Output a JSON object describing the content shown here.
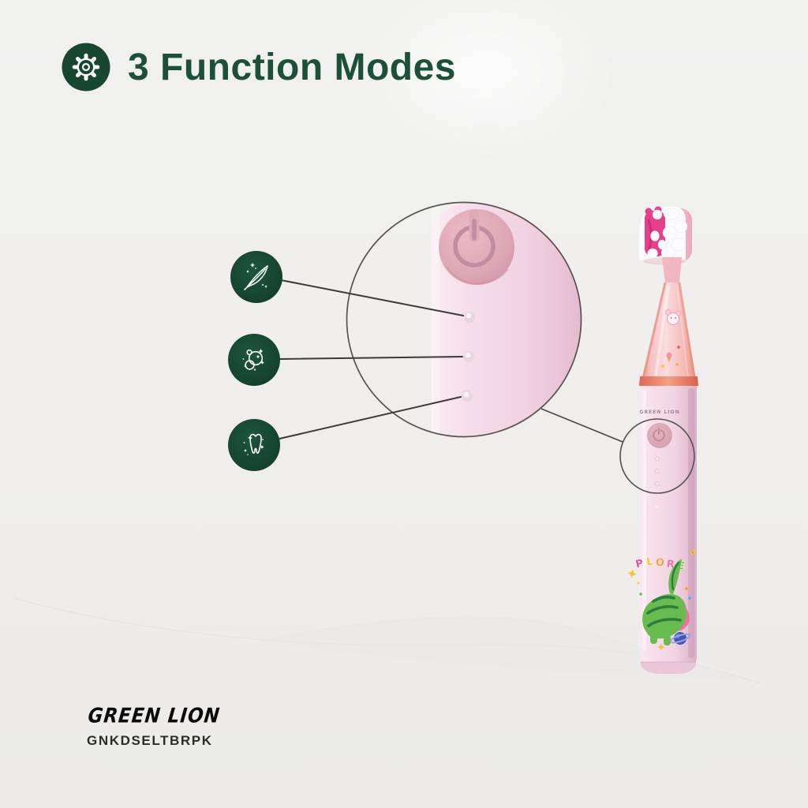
{
  "page": {
    "background": "#efeeec",
    "accent_green": "#17472f",
    "title_green": "#1d5038"
  },
  "header": {
    "icon": "gear-icon",
    "title": "3 Function Modes"
  },
  "mode_icons": [
    {
      "icon": "feather-sparkles-icon"
    },
    {
      "icon": "bubbles-sparkles-icon"
    },
    {
      "icon": "tooth-sparkles-icon"
    }
  ],
  "magnifier": {
    "button_icon": "power-icon",
    "indicator_count": 3
  },
  "product": {
    "brand_on_handle": "GREEN LION",
    "art_text": "PLORE",
    "art_letters": [
      {
        "char": "P",
        "color": "#e8529b"
      },
      {
        "char": "L",
        "color": "#f3c43c"
      },
      {
        "char": "O",
        "color": "#f2a23d"
      },
      {
        "char": "R",
        "color": "#ee6ea6"
      },
      {
        "char": "E",
        "color": "#7bc24c"
      }
    ],
    "colors": {
      "handle": "#f3d7e4",
      "button": "#dfa9b5",
      "bristles": "#e6408a",
      "dinosaur": "#68bc4f"
    }
  },
  "footer": {
    "brand": "GREEN LION",
    "model": "GNKDSELTBRPK"
  }
}
